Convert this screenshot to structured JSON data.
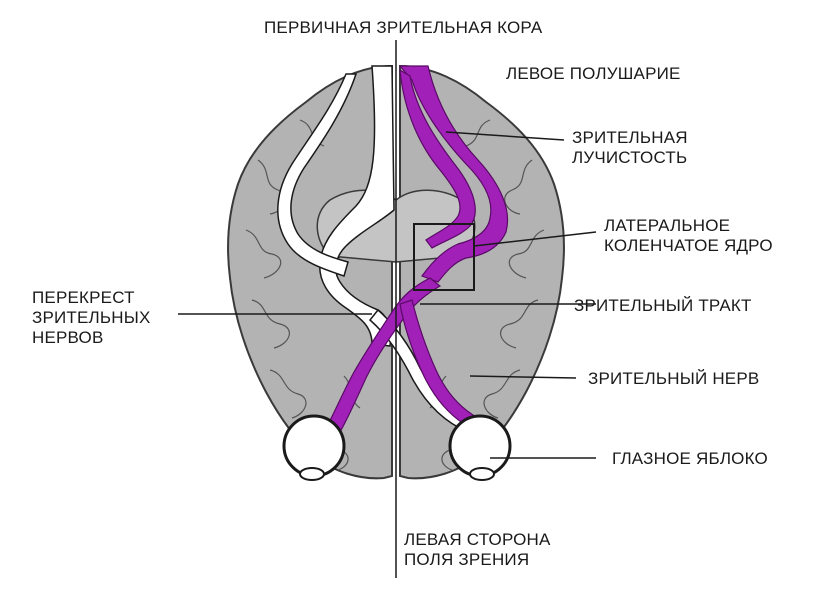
{
  "labels": {
    "primary_visual_cortex": "ПЕРВИЧНАЯ ЗРИТЕЛЬНАЯ КОРА",
    "left_hemisphere": "ЛЕВОЕ ПОЛУШАРИЕ",
    "optic_radiation": [
      "ЗРИТЕЛЬНАЯ",
      "ЛУЧИСТОСТЬ"
    ],
    "lateral_geniculate": [
      "ЛАТЕРАЛЬНОЕ",
      "КОЛЕНЧАТОЕ ЯДРО"
    ],
    "optic_chiasm": [
      "ПЕРЕКРЕСТ",
      "ЗРИТЕЛЬНЫХ",
      "НЕРВОВ"
    ],
    "optic_tract": "ЗРИТЕЛЬНЫЙ ТРАКТ",
    "optic_nerve": "ЗРИТЕЛЬНЫЙ НЕРВ",
    "eyeball": "ГЛАЗНОЕ ЯБЛОКО",
    "left_visual_field": [
      "ЛЕВАЯ СТОРОНА",
      "ПОЛЯ ЗРЕНИЯ"
    ]
  },
  "colors": {
    "brain_fill": "#b3b3b3",
    "brain_outline": "#3a3a3a",
    "pathway_highlight": "#a020b8",
    "pathway_white": "#ffffff",
    "line": "#1a1a1a"
  }
}
